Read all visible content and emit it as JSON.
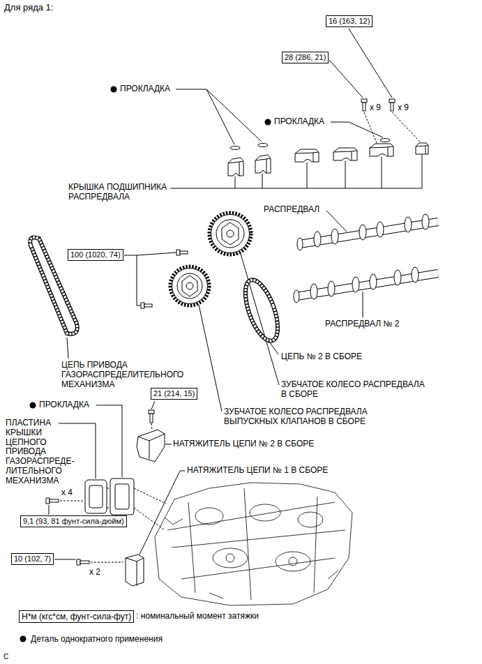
{
  "diagram": {
    "title": "Для ряда 1:",
    "nodes": [
      {
        "text": [
          "16 (163, 12)"
        ]
      },
      {
        "text": [
          "28 (286, 21)"
        ]
      },
      {
        "text": [
          "100 (1020, 74)"
        ]
      },
      {
        "text": [
          "21 (214, 15)"
        ]
      },
      {
        "text": [
          "9,1 (93, 81 фунт-сила-дюйм)"
        ]
      },
      {
        "text": [
          "10 (102, 7)"
        ]
      },
      {
        "text": [
          "Н*м (кгс*см, фунт-сила-фут)"
        ]
      }
    ],
    "labels": [
      "ПРОКЛАДКА",
      "x 9",
      "x 9",
      "ПРОКЛАДКА",
      "КРЫШКА ПОДШИПНИКА РАСПРЕДВАЛА",
      "РАСПРЕДВАЛ",
      "РАСПРЕДВАЛ № 2",
      "ЦЕПЬ № 2 В СБОРЕ",
      "ЦЕПЬ ПРИВОДА ГАЗОРАСПРЕДЕЛИТЕЛЬНОГО МЕХАНИЗМА",
      "ЗУБЧАТОЕ КОЛЕСО РАСПРЕДВАЛА В СБОРЕ",
      "ПРОКЛАДКА",
      "ЗУБЧАТОЕ КОЛЕСО РАСПРЕДВАЛА ВЫПУСКНЫХ КЛАПАНОВ В СБОРЕ",
      "ПЛАСТИНА КРЫШКИ ЦЕПНОГО ПРИВОДА ГАЗОРАСПРЕДЕ- ЛИТЕЛЬНОГО МЕХАНИЗМА",
      "НАТЯЖИТЕЛЬ ЦЕПИ № 2 В СБОРЕ",
      "НАТЯЖИТЕЛЬ ЦЕПИ № 1 В СБОРЕ",
      "x 4",
      "x 2",
      ": номинальный момент затяжки",
      "C"
    ],
    "legend": [
      {
        "text": "Деталь однократного применения"
      }
    ]
  }
}
